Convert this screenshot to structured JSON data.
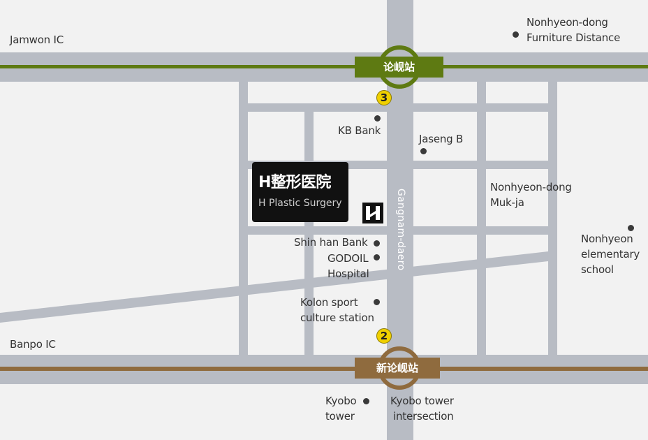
{
  "colors": {
    "background": "#f2f2f2",
    "road": "#b8bcc4",
    "line2_green": "#5e7a12",
    "line9_brown": "#8f6b3e",
    "exit_badge": "#f0d000",
    "marker_box": "#111111"
  },
  "stations": {
    "top": {
      "name": "论岘站",
      "line_color": "#5e7a12"
    },
    "bottom": {
      "name": "新论岘站",
      "line_color": "#8f6b3e"
    }
  },
  "exits": [
    {
      "number": "3"
    },
    {
      "number": "2"
    }
  ],
  "roads": {
    "main_avenue": "Gangnam-daero"
  },
  "areas": {
    "jamwon": "Jamwon IC",
    "banpo": "Banpo IC"
  },
  "landmarks": {
    "furniture": {
      "line1": "Nonhyeon-dong",
      "line2": "Furniture Distance"
    },
    "kb_bank": "KB Bank",
    "jaseng": "Jaseng B",
    "mukja": {
      "line1": "Nonhyeon-dong",
      "line2": "Muk-ja"
    },
    "school": {
      "line1": "Nonhyeon",
      "line2": "elementary",
      "line3": "school"
    },
    "shinhan": "Shin han Bank",
    "godoil": {
      "line1": "GODOIL",
      "line2": "Hospital"
    },
    "kolon": {
      "line1": "Kolon sport",
      "line2": "culture station"
    },
    "kyobo_tower": {
      "line1": "Kyobo",
      "line2": "tower"
    },
    "kyobo_intersection": {
      "line1": "Kyobo tower",
      "line2": "intersection"
    }
  },
  "destination": {
    "name": "H整形医院",
    "subtitle": "H Plastic Surgery",
    "logo_icon": "h-logo-icon"
  }
}
